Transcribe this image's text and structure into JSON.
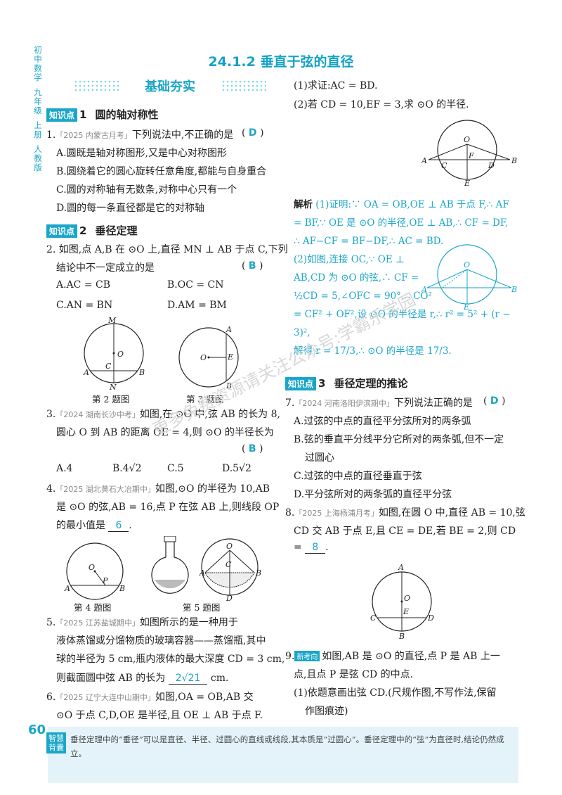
{
  "side": [
    "初中数学",
    "九年级",
    "上册",
    "人教版"
  ],
  "title": "24.1.2   垂直于弦的直径",
  "banner": "基础夯实",
  "kp1": {
    "tag": "知识点",
    "num": "1",
    "label": "圆的轴对称性"
  },
  "q1": {
    "num": "1.",
    "src": "「2025 内蒙古月考」",
    "text": "下列说法中,不正确的是",
    "ans": "D",
    "opts": [
      "A.圆既是轴对称图形,又是中心对称图形",
      "B.圆绕着它的圆心旋转任意角度,都能与自身重合",
      "C.圆的对称轴有无数条,对称中心只有一个",
      "D.圆的每一条直径都是它的对称轴"
    ]
  },
  "kp2": {
    "tag": "知识点",
    "num": "2",
    "label": "垂径定理"
  },
  "q2": {
    "line1": "2. 如图,点 A,B 在 ⊙O 上,直径 MN ⊥ AB 于点 C,下列",
    "line2": "结论中不一定成立的是",
    "ans": "B",
    "optA": "A.AC = CB",
    "optB": "B.OC = CN",
    "optC": "C.AN = BN",
    "optD": "D.AM = BM"
  },
  "caps": {
    "fig2": "第 2 题图",
    "fig3": "第 3 题图",
    "fig4": "第 4 题图",
    "fig5": "第 5 题图"
  },
  "q3": {
    "num": "3.",
    "src": "「2024 湖南长沙中考」",
    "line1": "如图,在 ⊙O 中,弦 AB 的长为 8,",
    "line2": "圆心 O 到 AB 的距离 OE = 4,则 ⊙O 的半径长为",
    "ans": "B",
    "opts": [
      "A.4",
      "B.4√2",
      "C.5",
      "D.5√2"
    ]
  },
  "q4": {
    "num": "4.",
    "src": "「2025 湖北黄石大冶期中」",
    "line1": "如图,⊙O 的半径为 10,AB",
    "line2": "是 ⊙O 的弦,AB = 16,点 P 在弦 AB 上,则线段 OP",
    "line3": "的最小值是",
    "ans": "6"
  },
  "q5": {
    "num": "5.",
    "src": "「2025 江苏盐城期中」",
    "line1": "如图所示的是一种用于",
    "line2": "液体蒸馏或分馏物质的玻璃容器——蒸馏瓶,其中",
    "line3": "球的半径为 5 cm,瓶内液体的最大深度 CD = 3 cm,",
    "line4": "则截面圆中弦 AB 的长为",
    "ans": "2√21",
    "unit": "cm."
  },
  "q6": {
    "num": "6.",
    "src": "「2025 辽宁大连中山期中」",
    "line1": "如图,OA = OB,AB 交",
    "line2": "⊙O 于点 C,D,OE 是半径,且 OE ⊥ AB 于点 F."
  },
  "q6r": {
    "l1": "(1)求证:AC = BD.",
    "l2": "(2)若 CD = 10,EF = 3,求 ⊙O 的半径."
  },
  "jiexi": {
    "label": "解析",
    "l1": "(1)证明:∵ OA = OB,OE ⊥ AB 于点 F,∴ AF",
    "l2": "= BF,∵ OE 是 ⊙O 的半径,OE ⊥ AB,∴ CF = DF,",
    "l3": "∴ AF−CF = BF−DF,∴ AC = BD.",
    "l4": "(2)如图,连接 OC,∵ OE ⊥",
    "l5": "AB,CD 为 ⊙O 的弦,∴ CF =",
    "l6": "½CD = 5,∠OFC = 90°,∴ CO²",
    "l7": "= CF² + OF²,设 ⊙O 的半径是 r,∴ r² = 5² + (r − 3)²,",
    "l8": "解得 r = 17/3,∴ ⊙O 的半径是 17/3."
  },
  "kp3": {
    "tag": "知识点",
    "num": "3",
    "label": "垂径定理的推论"
  },
  "q7": {
    "num": "7.",
    "src": "「2024 河南洛阳伊滨期中」",
    "text": "下列说法正确的是",
    "ans": "D",
    "opts": [
      "A.过弦的中点的直径平分弦所对的两条弧",
      "B.弦的垂直平分线平分它所对的两条弧,但不一定",
      "过圆心",
      "C.过弦的中点的直径垂直于弦",
      "D.平分弦所对的两条弧的直径平分弦"
    ]
  },
  "q8": {
    "num": "8.",
    "src": "「2025 上海杨浦月考」",
    "line1": "如图,在圆 O 中,直径 AB = 10,弦",
    "line2": "CD 交 AB 于点 E,且 CE = DE,若 BE = 2,则 CD",
    "line3": "=",
    "ans": "8"
  },
  "q9": {
    "num": "9.",
    "badge": "新考向",
    "line1": "如图,AB 是 ⊙O 的直径,点 P 是 AB 上一",
    "line2": "点,且点 P 是弦 CD 的中点.",
    "line3": "(1)依题意画出弦 CD.(尺规作图,不写作法,保留",
    "line4": "作图痕迹)"
  },
  "footer": {
    "page": "60",
    "label": "智慧背囊",
    "text": "垂径定理中的“垂径”可以是直径、半径、过圆心的直线或线段,其本质是“过圆心”。垂径定理中的“弦”为直径时,结论仍然成立。"
  },
  "watermark": "更多免费资源请关注公众号:学霸乐学园",
  "colors": {
    "accent": "#1aa6c8"
  }
}
